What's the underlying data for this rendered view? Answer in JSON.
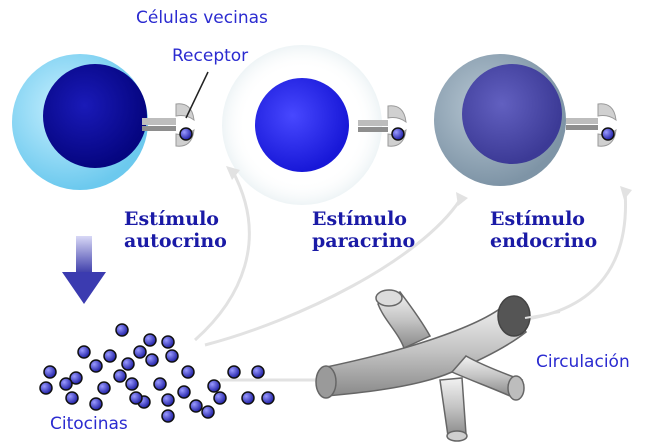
{
  "labels": {
    "neighbor_cells": "Células vecinas",
    "receptor": "Receptor",
    "autocrine": [
      "Estímulo",
      "autocrino"
    ],
    "paracrine": [
      "Estímulo",
      "paracrino"
    ],
    "endocrine": [
      "Estímulo",
      "endocrino"
    ],
    "cytokines": "Citocinas",
    "circulation": "Circulación"
  },
  "colors": {
    "label_blue": "#1a1aa6",
    "autocrine_outer": "#7fd3f0",
    "autocrine_nucleus": "#0a0a9e",
    "paracrine_nucleus": "#2a2aee",
    "endocrine_outer": "#8fa5b5",
    "endocrine_nucleus": "#4a48a8",
    "cytokine": "#3a3ab8",
    "vessel": "#c9c9c9"
  },
  "icons": {
    "cells": "cell-circle-icon",
    "receptor": "receptor-icon",
    "arrow_down": "down-arrow-icon",
    "blood_vessel": "blood-vessel-icon"
  }
}
